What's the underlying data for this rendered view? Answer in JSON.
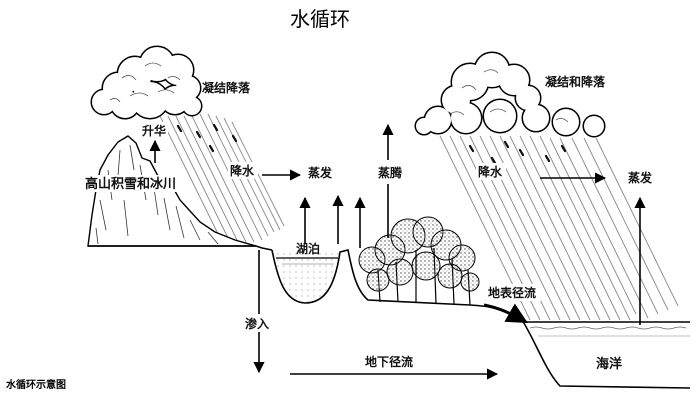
{
  "title": "水循环",
  "caption": "水循环示意图",
  "labels": {
    "left_condensation": "凝结降落",
    "sublimation": "升华",
    "left_precipitation": "降水",
    "left_evaporation": "蒸发",
    "snow_glacier": "高山积雪和冰川",
    "lake": "湖泊",
    "transpiration": "蒸腾",
    "right_condensation": "凝结和降落",
    "right_precipitation": "降水",
    "right_evaporation": "蒸发",
    "surface_runoff": "地表径流",
    "infiltration": "渗入",
    "groundwater_flow": "地下径流",
    "ocean": "海洋"
  }
}
